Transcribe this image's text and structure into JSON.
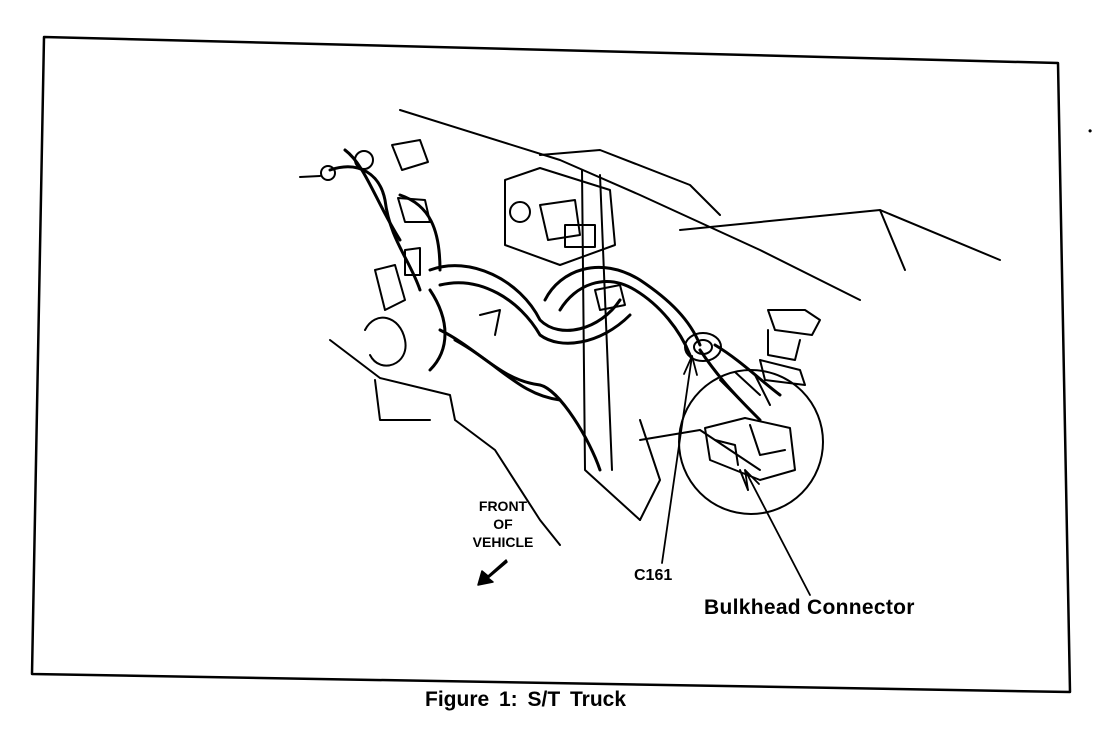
{
  "diagram": {
    "front_label": [
      "FRONT",
      "OF",
      "VEHICLE"
    ],
    "connector_label": "C161",
    "bulkhead_label": "Bulkhead Connector",
    "caption": "Figure 1:  S/T Truck"
  }
}
